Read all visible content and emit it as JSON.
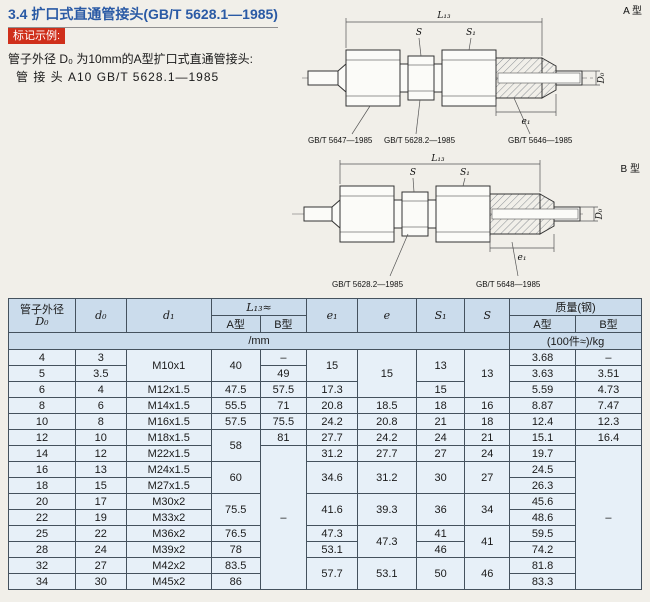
{
  "page": {
    "title": "3.4 扩口式直通管接头(GB/T 5628.1—1985)",
    "badge": "标记示例:",
    "example_line1": "管子外径 D₀ 为10mm的A型扩口式直通管接头:",
    "example_line2": "管 接 头 A10 GB/T 5628.1—1985"
  },
  "drawing_a": {
    "type_label": "A 型",
    "dim_l13": "L₁₃",
    "dim_s": "S",
    "dim_s1": "S₁",
    "dim_d0": "D₀",
    "dim_e1": "e₁",
    "callout_left": "GB/T 5647—1985",
    "callout_center": "GB/T 5628.2—1985",
    "callout_right": "GB/T 5646—1985"
  },
  "drawing_b": {
    "type_label": "B 型",
    "dim_l13": "L₁₃",
    "dim_s": "S",
    "dim_s1": "S₁",
    "dim_d0": "D₀",
    "dim_e1": "e₁",
    "callout_left": "GB/T 5628.2—1985",
    "callout_right": "GB/T 5648—1985"
  },
  "table": {
    "header": {
      "tube_od_label": "管子外径",
      "tube_od_sym": "D₀",
      "d0": "d₀",
      "d1": "d₁",
      "l13": "L₁₃≈",
      "type_a": "A型",
      "type_b": "B型",
      "e1": "e₁",
      "e": "e",
      "s1": "S₁",
      "s": "S",
      "mass": "质量(钢)",
      "mass_a": "A型",
      "mass_b": "B型",
      "unit_mm": "/mm",
      "unit_kg": "(100件≈)/kg"
    },
    "rows": [
      {
        "D0": "4",
        "d0": "3",
        "d1": "M10x1",
        "L13A": "40",
        "L13B": "–",
        "e1": "15",
        "e": "15",
        "S1": "13",
        "S": "13",
        "mA": "3.68",
        "mB": "–"
      },
      {
        "D0": "5",
        "d0": "3.5",
        "L13B": "49",
        "mA": "3.63",
        "mB": "3.51"
      },
      {
        "D0": "6",
        "d0": "4",
        "d1": "M12x1.5",
        "L13A": "47.5",
        "L13B": "57.5",
        "e1": "17.3",
        "S1": "15",
        "mA": "5.59",
        "mB": "4.73"
      },
      {
        "D0": "8",
        "d0": "6",
        "d1": "M14x1.5",
        "L13A": "55.5",
        "L13B": "71",
        "e1": "20.8",
        "e": "18.5",
        "S1": "18",
        "S": "16",
        "mA": "8.87",
        "mB": "7.47"
      },
      {
        "D0": "10",
        "d0": "8",
        "d1": "M16x1.5",
        "L13A": "57.5",
        "L13B": "75.5",
        "e1": "24.2",
        "e": "20.8",
        "S1": "21",
        "S": "18",
        "mA": "12.4",
        "mB": "12.3"
      },
      {
        "D0": "12",
        "d0": "10",
        "d1": "M18x1.5",
        "L13A": "58",
        "L13B": "81",
        "e1": "27.7",
        "e": "24.2",
        "S1": "24",
        "S": "21",
        "mA": "15.1",
        "mB": "16.4"
      },
      {
        "D0": "14",
        "d0": "12",
        "d1": "M22x1.5",
        "L13B": "–",
        "e1": "31.2",
        "e": "27.7",
        "S1": "27",
        "S": "24",
        "mA": "19.7",
        "mB": "–"
      },
      {
        "D0": "16",
        "d0": "13",
        "d1": "M24x1.5",
        "L13A": "60",
        "e1": "34.6",
        "e": "31.2",
        "S1": "30",
        "S": "27",
        "mA": "24.5"
      },
      {
        "D0": "18",
        "d0": "15",
        "d1": "M27x1.5",
        "mA": "26.3"
      },
      {
        "D0": "20",
        "d0": "17",
        "d1": "M30x2",
        "L13A": "75.5",
        "e1": "41.6",
        "e": "39.3",
        "S1": "36",
        "S": "34",
        "mA": "45.6"
      },
      {
        "D0": "22",
        "d0": "19",
        "d1": "M33x2",
        "mA": "48.6"
      },
      {
        "D0": "25",
        "d0": "22",
        "d1": "M36x2",
        "L13A": "76.5",
        "e1": "47.3",
        "e": "47.3",
        "S1": "41",
        "S": "41",
        "mA": "59.5"
      },
      {
        "D0": "28",
        "d0": "24",
        "d1": "M39x2",
        "L13A": "78",
        "e1": "53.1",
        "S1": "46",
        "mA": "74.2"
      },
      {
        "D0": "32",
        "d0": "27",
        "d1": "M42x2",
        "L13A": "83.5",
        "e1": "57.7",
        "e": "53.1",
        "S1": "50",
        "S": "46",
        "mA": "81.8"
      },
      {
        "D0": "34",
        "d0": "30",
        "d1": "M45x2",
        "L13A": "86",
        "mA": "83.3"
      }
    ]
  }
}
